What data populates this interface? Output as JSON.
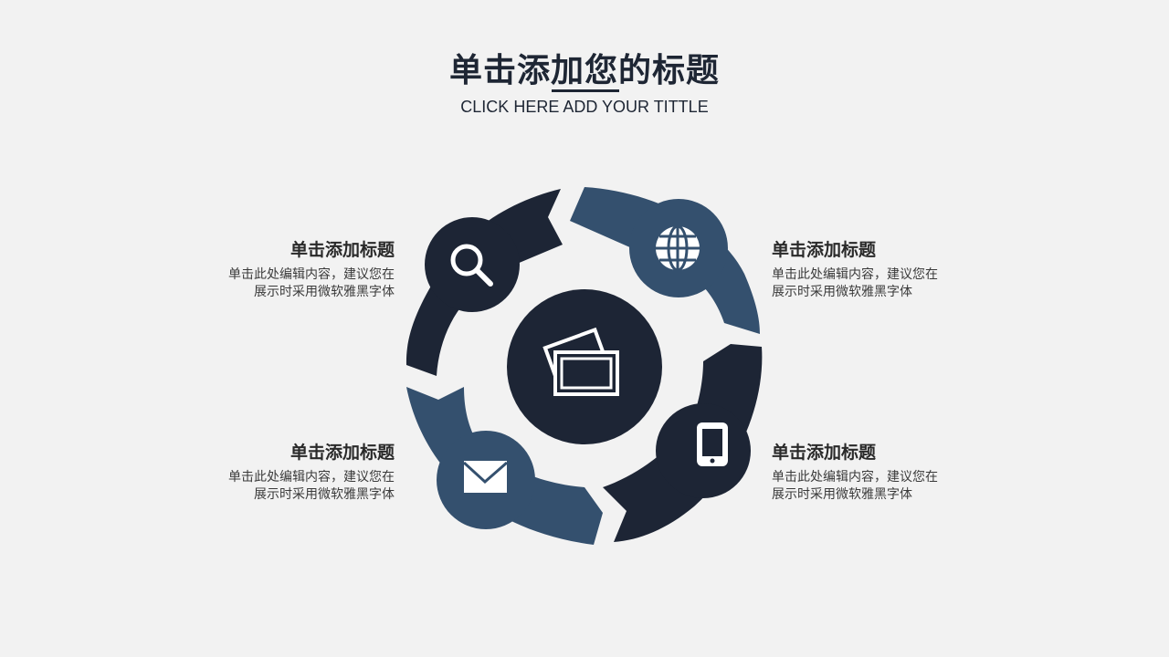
{
  "header": {
    "title": "单击添加您的标题",
    "subtitle": "CLICK HERE ADD YOUR TITTLE"
  },
  "colors": {
    "background": "#f2f2f2",
    "dark": "#1d2535",
    "blue": "#34506e",
    "icon": "#ffffff"
  },
  "items": [
    {
      "title": "单击添加标题",
      "desc_line1": "单击此处编辑内容，建议您在",
      "desc_line2": "展示时采用微软雅黑字体",
      "icon": "magnifier-icon"
    },
    {
      "title": "单击添加标题",
      "desc_line1": "单击此处编辑内容，建议您在",
      "desc_line2": "展示时采用微软雅黑字体",
      "icon": "globe-icon"
    },
    {
      "title": "单击添加标题",
      "desc_line1": "单击此处编辑内容，建议您在",
      "desc_line2": "展示时采用微软雅黑字体",
      "icon": "envelope-icon"
    },
    {
      "title": "单击添加标题",
      "desc_line1": "单击此处编辑内容，建议您在",
      "desc_line2": "展示时采用微软雅黑字体",
      "icon": "phone-icon"
    }
  ],
  "center": {
    "icon": "photos-icon"
  }
}
